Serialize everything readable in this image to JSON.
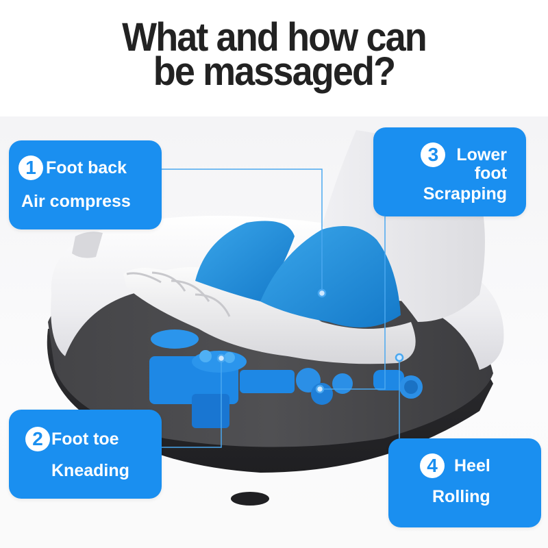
{
  "title": {
    "line1": "What and how can",
    "line2": "be massaged?"
  },
  "colors": {
    "accent": "#1a8ff0",
    "title": "#222222",
    "device_body": "#f2f2f4",
    "device_base": "#3a3a3c",
    "mechanism": "#1e88e5",
    "connector": "#4aa8f0"
  },
  "callouts": [
    {
      "number": "1",
      "label_line1": "Foot back",
      "label_line2": "Air compress"
    },
    {
      "number": "2",
      "label_line1": "Foot toe",
      "label_line2": "Kneading"
    },
    {
      "number": "3",
      "label_line1": "Lower",
      "label_line2": "foot",
      "label_line3": "Scrapping"
    },
    {
      "number": "4",
      "label_line1": "Heel",
      "label_line2": "Rolling"
    }
  ],
  "image": {
    "subject": "foot-massager-cutaway"
  }
}
